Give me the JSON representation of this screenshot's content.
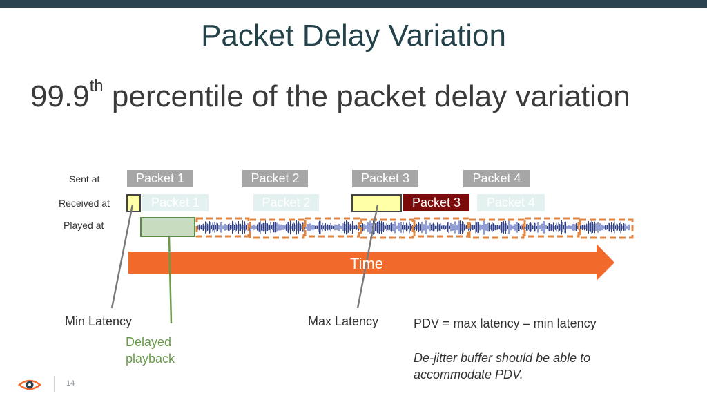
{
  "slide": {
    "title": "Packet Delay Variation",
    "subtitle_main": "99.9",
    "subtitle_sup": "th",
    "subtitle_rest": " percentile of the packet delay variation",
    "page_number": "14"
  },
  "rows": {
    "sent_at": "Sent at",
    "received_at": "Received at",
    "played_at": "Played at"
  },
  "sent_packets": [
    "Packet 1",
    "Packet 2",
    "Packet 3",
    "Packet 4"
  ],
  "received_packets": [
    "Packet 1",
    "Packet 2",
    "Packet 3",
    "Packet 4"
  ],
  "time_label": "Time",
  "annotations": {
    "min_latency": "Min Latency",
    "delayed_playback_line1": "Delayed",
    "delayed_playback_line2": "playback",
    "max_latency": "Max Latency",
    "pdv_formula": "PDV = max latency – min latency",
    "dejitter_line1": "De-jitter buffer should be able to",
    "dejitter_line2": "accommodate PDV."
  },
  "colors": {
    "time_arrow": "#f26a2b",
    "dashed_buffer": "#e0853f",
    "waveform": "#2d3f8f",
    "highlight_packet": "#7b0b0b"
  },
  "logo": "eye-logo-icon"
}
